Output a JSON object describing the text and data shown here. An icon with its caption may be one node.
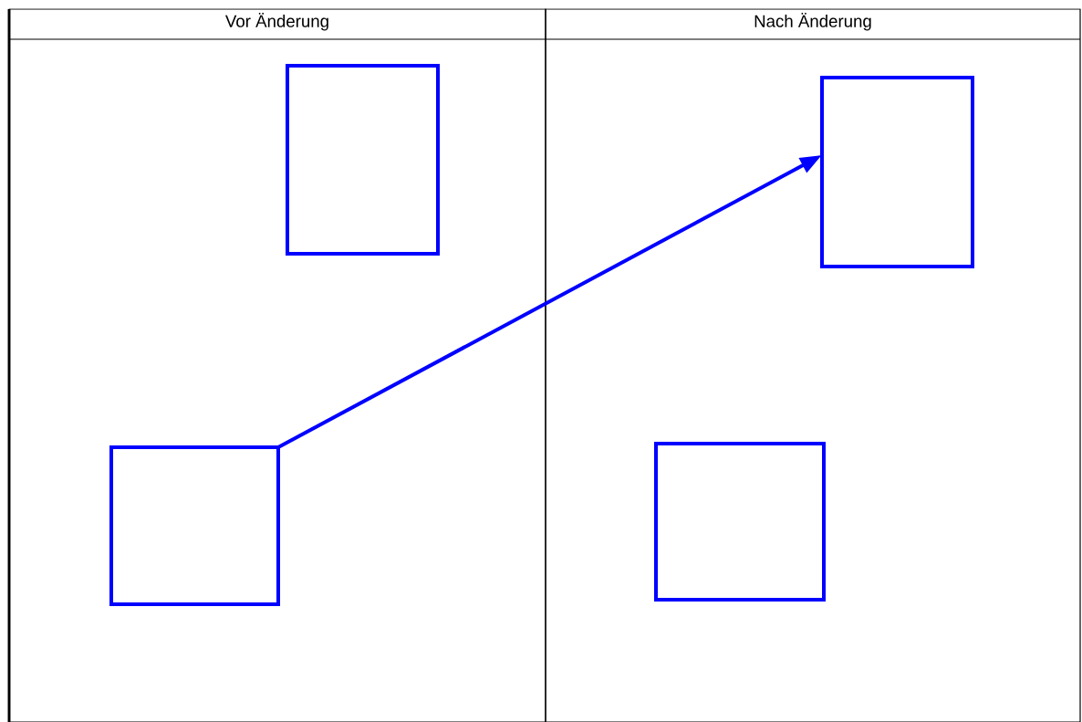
{
  "diagram": {
    "nodes": [
      {
        "text": [
          "Vor Änderung"
        ]
      },
      {
        "text": [
          "Nach Änderung"
        ]
      },
      {
        "text": [],
        "shape": "box",
        "in": 0
      },
      {
        "text": [],
        "shape": "box",
        "in": 0
      },
      {
        "text": [],
        "shape": "box",
        "in": 1
      },
      {
        "text": [],
        "shape": "box",
        "in": 1
      }
    ],
    "edges": [
      {
        "from": 3,
        "to": 4,
        "arrow": "to"
      }
    ]
  }
}
